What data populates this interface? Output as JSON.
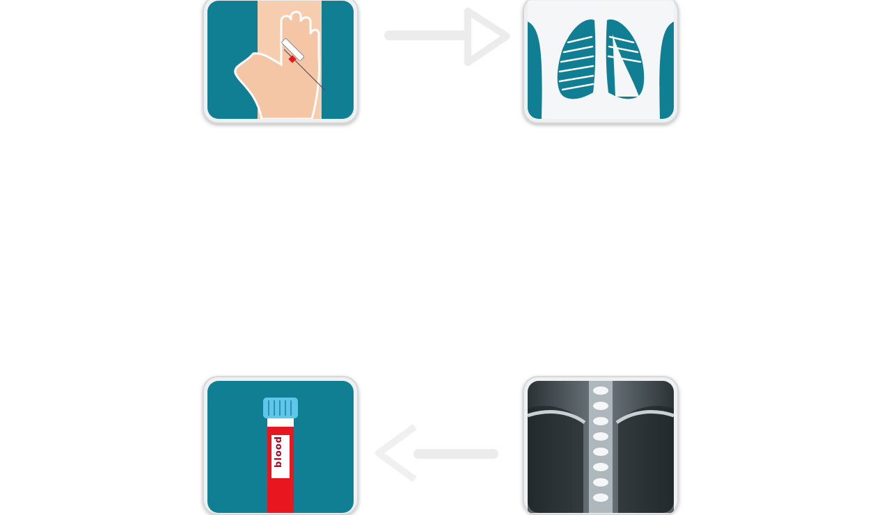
{
  "diagram": {
    "steps": [
      {
        "id": "injection",
        "icon": "hand-injection-icon"
      },
      {
        "id": "chest-xray",
        "icon": "lungs-xray-icon"
      },
      {
        "id": "spine-xray",
        "icon": "spine-xray-icon"
      },
      {
        "id": "blood-sample",
        "icon": "blood-tube-icon"
      }
    ],
    "arrows": [
      {
        "from": "injection",
        "to": "chest-xray",
        "direction": "right"
      },
      {
        "from": "spine-xray",
        "to": "blood-sample",
        "direction": "left"
      }
    ],
    "tube_label": "blood"
  },
  "colors": {
    "teal": "#117f93",
    "skin": "#f5c6a5",
    "blood_red": "#e8161f",
    "cap_blue": "#5ec6e8",
    "arrow": "#ececec"
  }
}
